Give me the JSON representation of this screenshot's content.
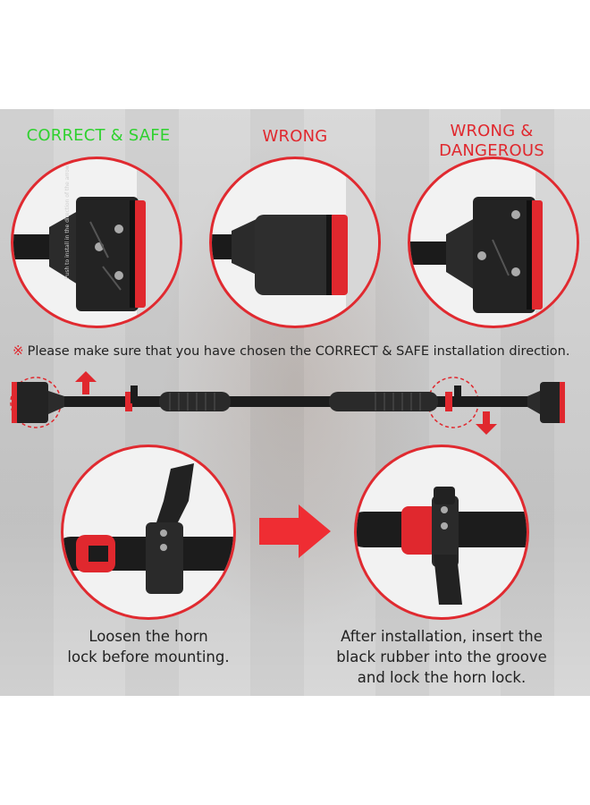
{
  "labels": {
    "correct": "CORRECT & SAFE",
    "wrong": "WRONG",
    "dangerous_line1": "WRONG &",
    "dangerous_line2": "DANGEROUS"
  },
  "note": {
    "symbol": "※",
    "text": "Please make sure that you have chosen the CORRECT & SAFE installation direction."
  },
  "device_text": "Push to install in the direction of the arrow",
  "captions": {
    "left_line1": "Loosen the horn",
    "left_line2": "lock before mounting.",
    "right_line1": "After installation, insert the",
    "right_line2": "black rubber into the groove",
    "right_line3": "and lock the horn lock."
  },
  "colors": {
    "accent_red": "#e0282e",
    "accent_green": "#2fd12f",
    "bar_black": "#1c1c1c"
  },
  "icons": [
    "arrow-up-icon",
    "arrow-down-icon",
    "arrow-right-icon",
    "reference-mark-icon"
  ]
}
